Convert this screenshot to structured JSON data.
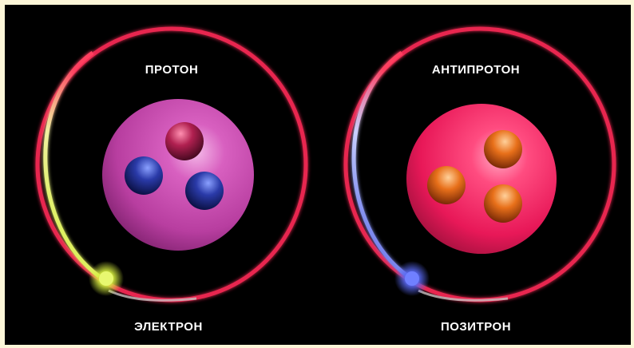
{
  "labels": {
    "proton": "ПРОТОН",
    "electron": "ЭЛЕКТРОН",
    "antiproton": "АНТИПРОТОН",
    "positron": "ПОЗИТРОН"
  },
  "colors": {
    "background": "#000000",
    "border": "#fcf6d8",
    "orbit": "#e8284f",
    "proton_core": "#c64aa8",
    "antiproton_core": "#f02060",
    "electron": "#c8e030",
    "positron": "#5060e0",
    "quark_red": "#b02050",
    "quark_blue": "#2a3aa8",
    "antiquark_orange": "#e8701a"
  }
}
